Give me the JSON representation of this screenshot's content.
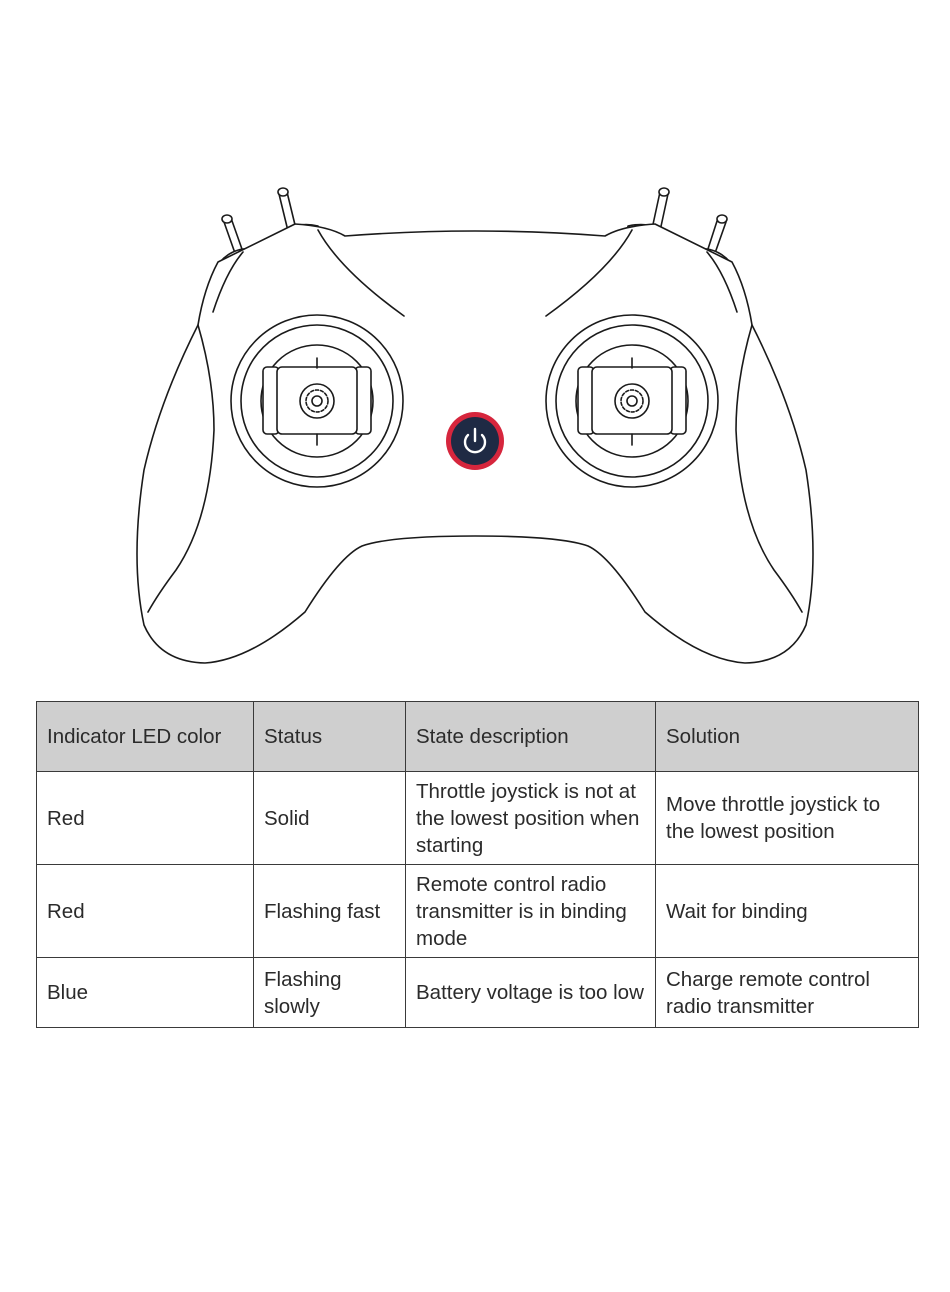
{
  "diagram": {
    "subject": "remote control radio transmitter",
    "labels": [],
    "power_ring_color": "#d6263d",
    "power_button_color": "#1f2a44"
  },
  "table": {
    "headers": [
      "Indicator LED color",
      "Status",
      "State description",
      "Solution"
    ],
    "rows": [
      [
        "Red",
        "Solid",
        "Throttle joystick is not at the lowest position when starting",
        "Move throttle joystick to the lowest position"
      ],
      [
        "Red",
        "Flashing fast",
        "Remote control radio transmitter is in binding mode",
        "Wait for binding"
      ],
      [
        "Blue",
        "Flashing slowly",
        "Battery voltage is too low",
        "Charge remote control radio transmitter"
      ]
    ]
  }
}
